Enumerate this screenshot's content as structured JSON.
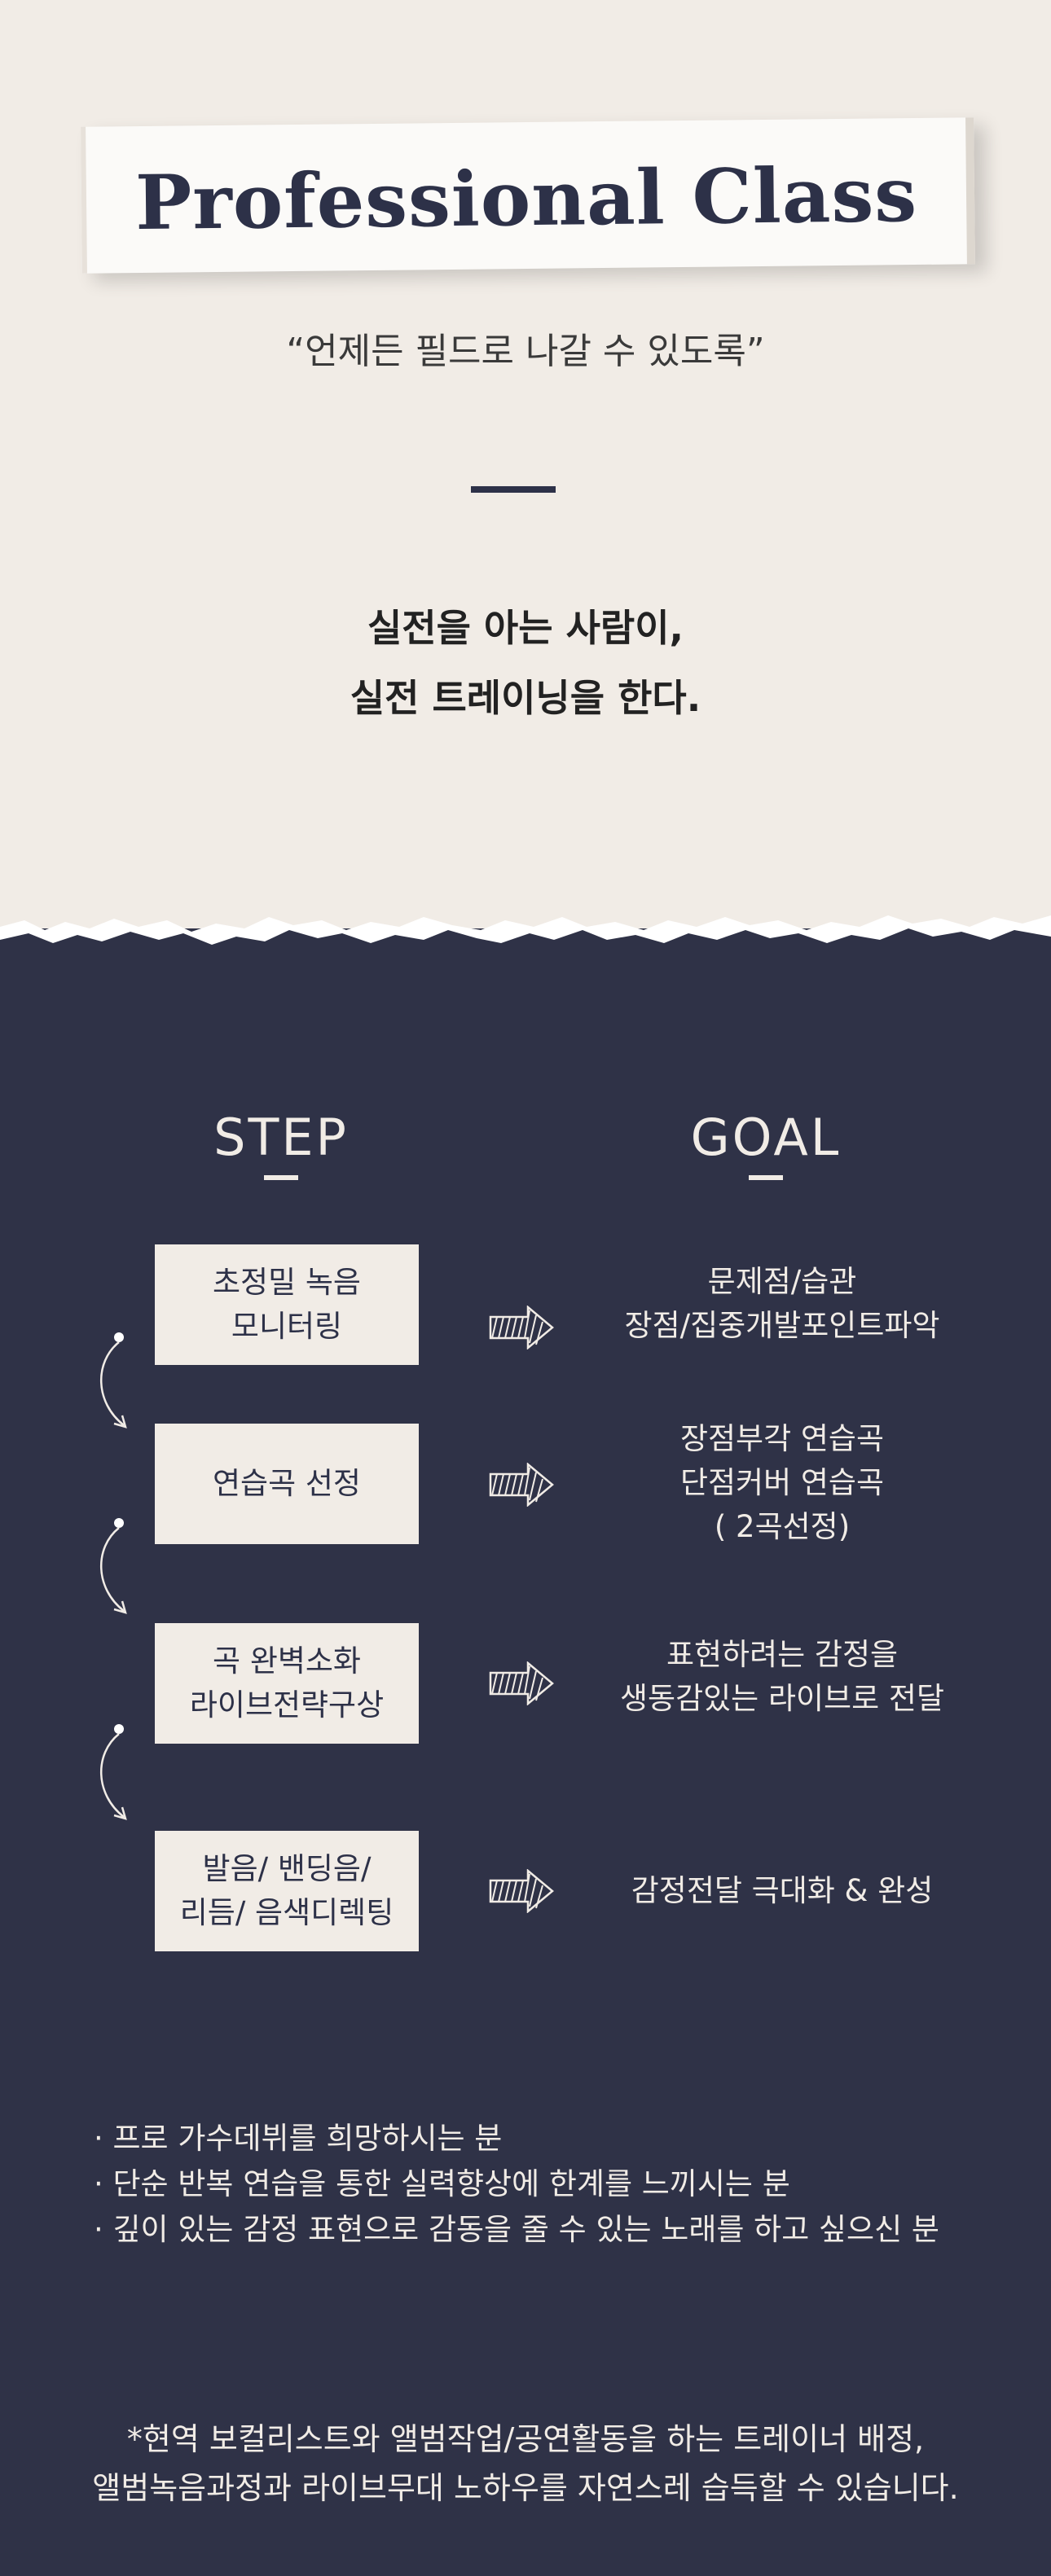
{
  "header": {
    "title": "Professional Class",
    "quote": "“언제든 필드로 나갈 수 있도록”",
    "headline": [
      "실전을 아는 사람이,",
      "실전 트레이닝을 한다."
    ]
  },
  "columns": {
    "step_label": "STEP",
    "goal_label": "GOAL"
  },
  "rows": [
    {
      "step": "초정밀 녹음\n모니터링",
      "goal": "문제점/습관\n장점/집중개발포인트파악"
    },
    {
      "step": "연습곡 선정",
      "goal": "장점부각 연습곡\n단점커버 연습곡\n( 2곡선정)"
    },
    {
      "step": "곡 완벽소화\n라이브전략구상",
      "goal": "표현하려는 감정을\n생동감있는 라이브로 전달"
    },
    {
      "step": "발음/ 밴딩음/\n리듬/ 음색디렉팅",
      "goal": "감정전달 극대화 & 완성"
    }
  ],
  "bullets": [
    "· 프로 가수데뷔를 희망하시는 분",
    "· 단순 반복 연습을 통한 실력향상에 한계를 느끼시는 분",
    "· 깊이 있는 감정 표현으로 감동을 줄 수 있는 노래를 하고 싶으신 분"
  ],
  "footer": [
    "*현역 보컬리스트와 앨범작업/공연활동을 하는 트레이너 배정,",
    "앨범녹음과정과 라이브무대 노하우를 자연스레 습득할 수 있습니다."
  ],
  "icons": {
    "arrow": "hatched-right-arrow-icon",
    "curve": "curved-down-arrow-icon"
  },
  "colors": {
    "background_light": "#f1ece6",
    "background_dark": "#2f3247",
    "accent_navy": "#2d3148"
  }
}
